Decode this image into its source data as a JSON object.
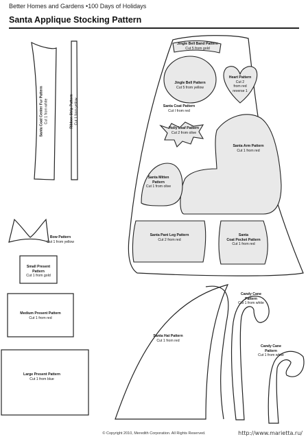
{
  "header": {
    "publication": "Better Homes and Gardens •100 Days of Holidays",
    "title": "Santa Applique Stocking Pattern"
  },
  "pieces": {
    "santa_coat_fur": {
      "name": "Santa Coat Center Fur Pattern",
      "cut": "Cut 1 from white"
    },
    "ribbon_strip": {
      "name": "Ribbon Strip Pattern",
      "cut": "Cut 1 from yellow"
    },
    "jingle_bell_band": {
      "name": "Jingle Bell Band Pattern",
      "cut": "Cut 5 from gold"
    },
    "jingle_bell": {
      "name": "Jingle Bell Pattern",
      "cut": "Cut 5 from yellow"
    },
    "heart": {
      "name": "Heart Pattern",
      "cut1": "Cut 2",
      "cut2": "from red",
      "cut3": "reverse 1"
    },
    "santa_coat": {
      "name": "Santa Coat Pattern",
      "cut": "Cut I from red"
    },
    "holly_leaf": {
      "name": "Holly Leaf Pattern",
      "cut": "Cut 2 from olive"
    },
    "santa_arm": {
      "name": "Santa Arm Pattern",
      "cut": "Cut 1 from red"
    },
    "santa_mitten": {
      "name1": "Santa Mitten",
      "name2": "Pattern",
      "cut": "Cut 1 from olive"
    },
    "santa_pant_leg": {
      "name": "Santa Pant Leg Pattern",
      "cut": "Cut 2 from red"
    },
    "santa_coat_pocket": {
      "name1": "Santa",
      "name2": "Coat Pocket Pattern",
      "cut": "Cut 1 from red"
    },
    "bow": {
      "name": "Bow Pattern",
      "cut": "Cut 1 from yellow"
    },
    "small_present": {
      "name": "Small Present Pattern",
      "cut": "Cut 1 from gold"
    },
    "medium_present": {
      "name": "Medium Present Pattern",
      "cut": "Cut 1 from red"
    },
    "large_present": {
      "name": "Large Present Pattern",
      "cut": "Cut 1 from blue"
    },
    "santa_hat": {
      "name": "Santa Hat Pattern",
      "cut": "Cut 1 from red"
    },
    "candy_cane_1": {
      "name1": "Candy Cane",
      "name2": "Pattern",
      "cut": "Cut 1 from white"
    },
    "candy_cane_2": {
      "name1": "Candy Cane",
      "name2": "Pattern",
      "cut": "Cut 1 from white"
    }
  },
  "footer": {
    "copyright": "© Copyright 2010, Meredith Corporation. All Rights Reserved.",
    "watermark": "http://www.marietta.ru/"
  },
  "colors": {
    "piece_fill": "#e9e9e9",
    "outline": "#222222"
  }
}
